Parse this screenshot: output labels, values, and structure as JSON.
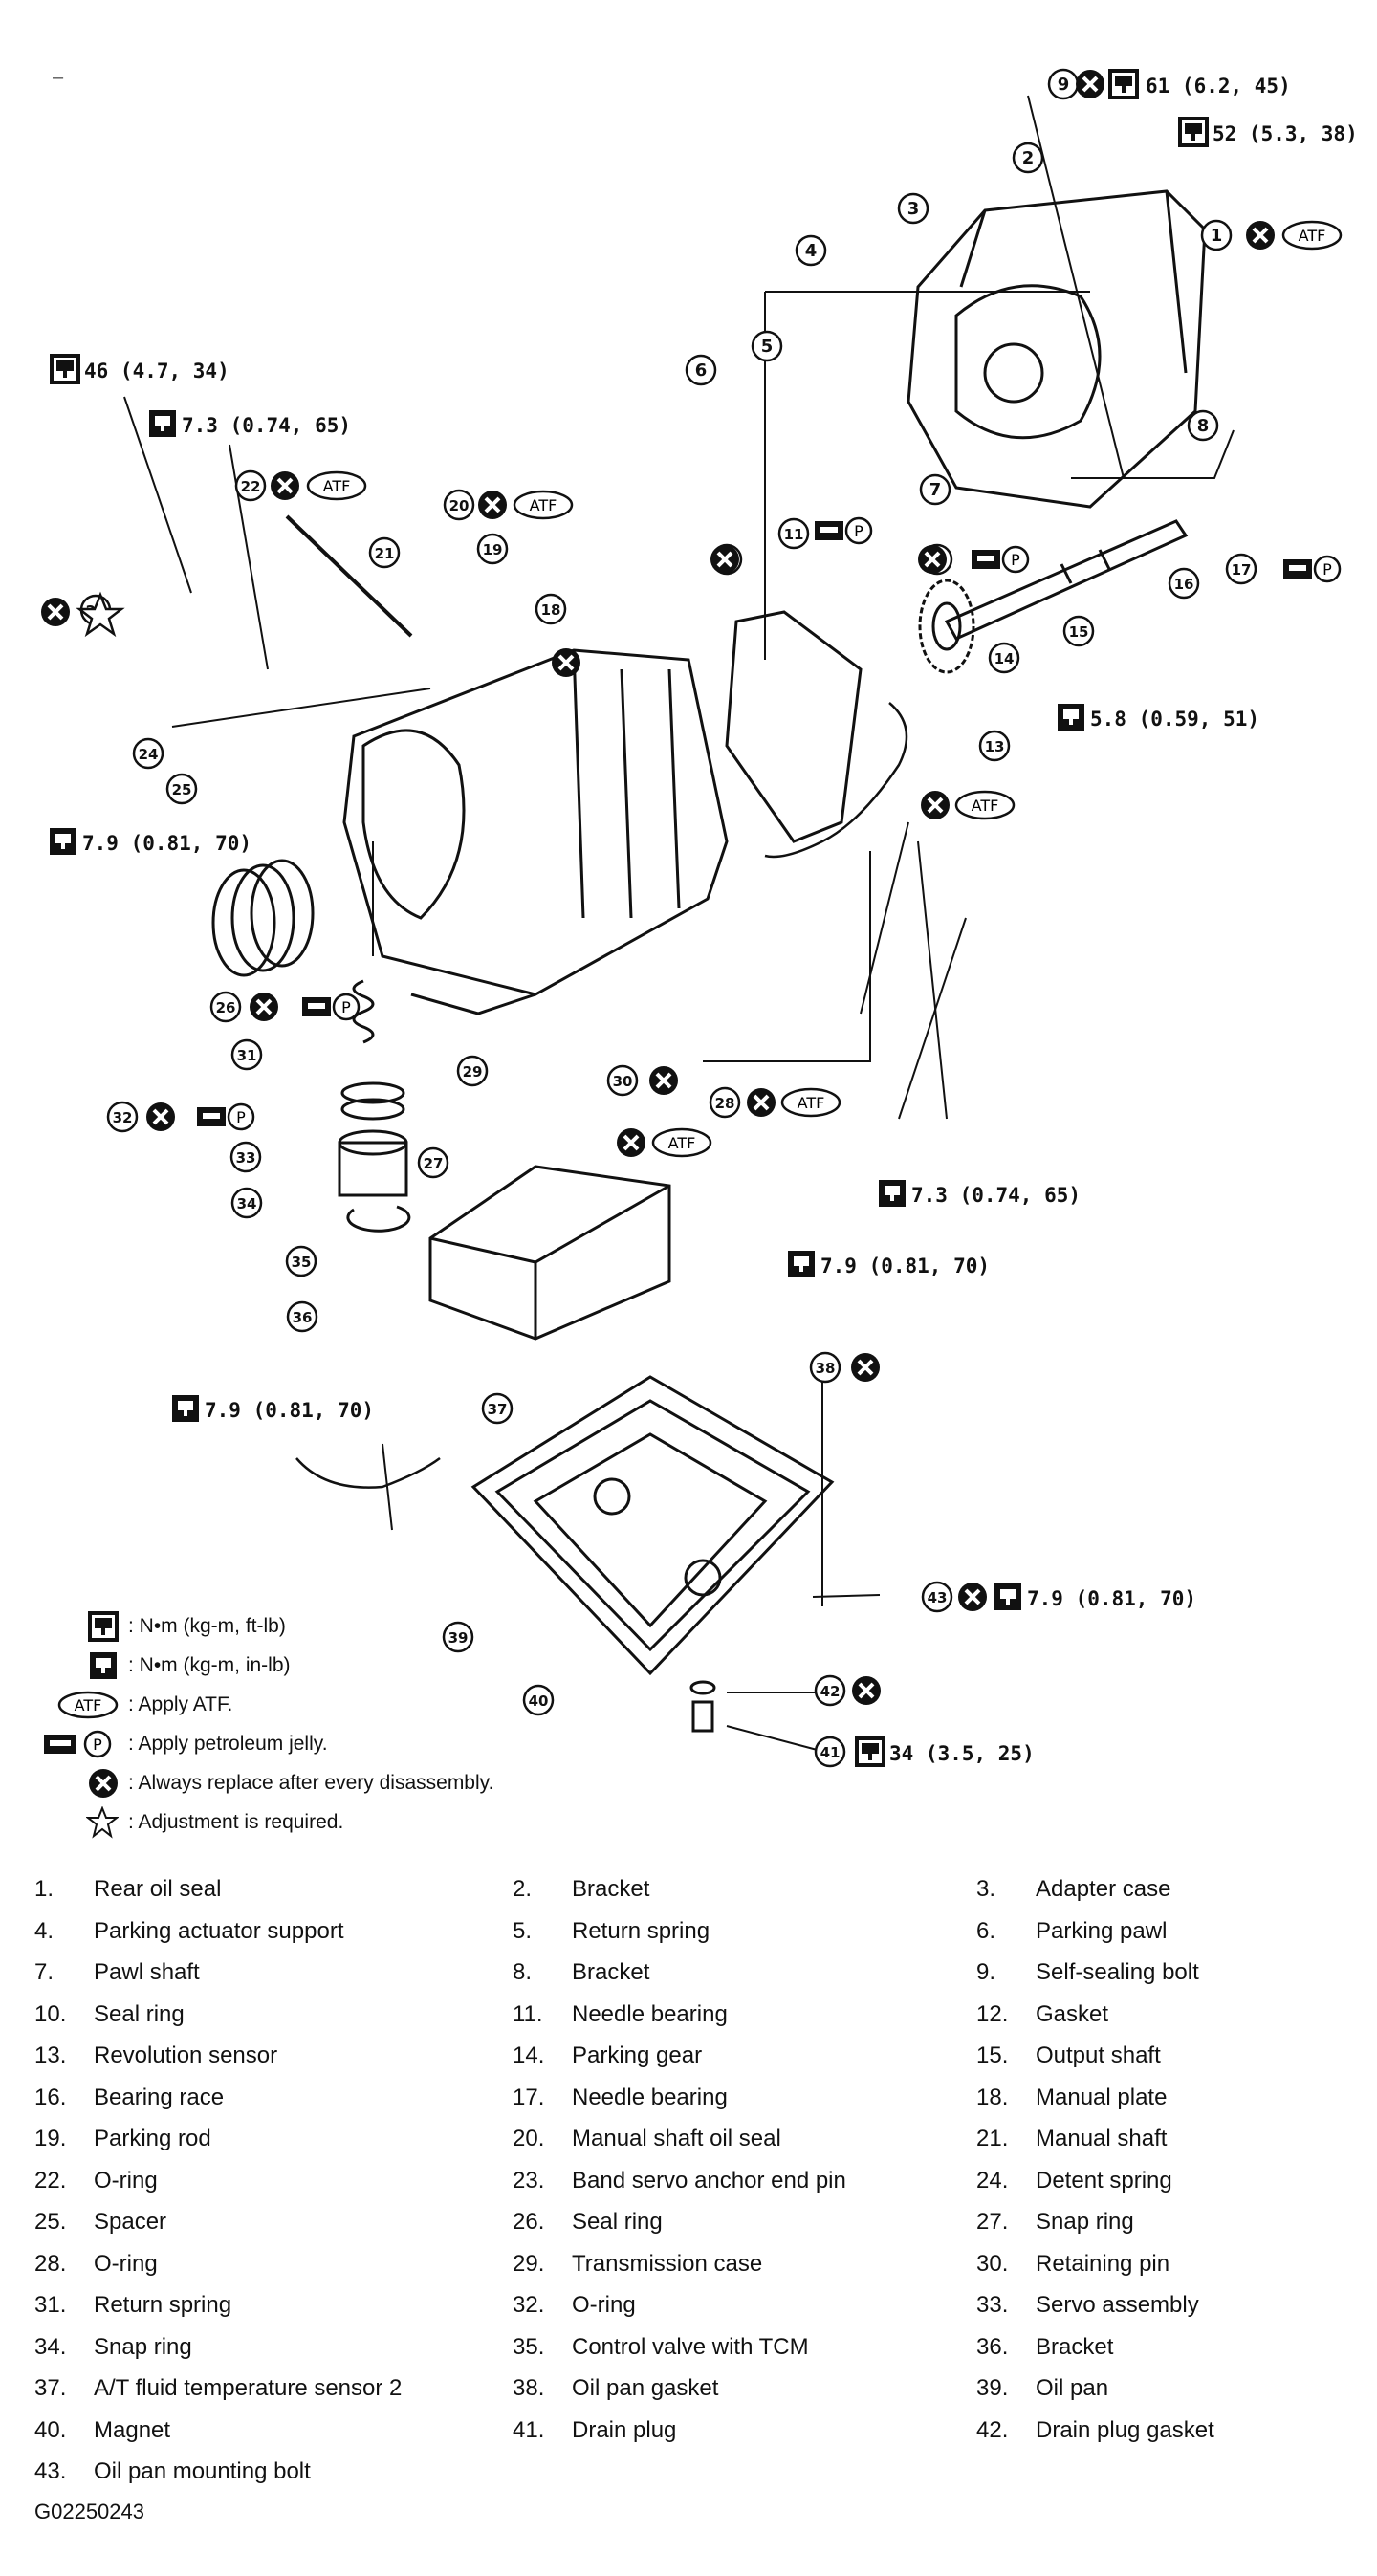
{
  "torque_labels": {
    "t9_61": "61  (6.2,  45)",
    "t52": "52  (5.3,  38)",
    "t46": "46  (4.7,  34)",
    "t7_3a": "7.3  (0.74,  65)",
    "t5_8": "5.8  (0.59,  51)",
    "t7_9a": "7.9  (0.81,  70)",
    "t7_3b": "7.3  (0.74,  65)",
    "t7_9b": "7.9  (0.81,  70)",
    "t7_9c": "7.9  (0.81,  70)",
    "t7_9d": "7.9  (0.81,  70)",
    "t34": "34  (3.5,  25)"
  },
  "symbols": {
    "atf": "ATF",
    "petroleum": "P"
  },
  "legend": [
    {
      "symbol": "torque-nm-ftlb-icon",
      "text": ": N•m  (kg-m,  ft-lb)"
    },
    {
      "symbol": "torque-nm-inlb-icon",
      "text": ": N•m  (kg-m,  in-lb)"
    },
    {
      "symbol": "atf-icon",
      "text": ": Apply ATF."
    },
    {
      "symbol": "petroleum-jelly-icon",
      "text": ": Apply petroleum jelly."
    },
    {
      "symbol": "replace-icon",
      "text": ": Always replace after every disassembly."
    },
    {
      "symbol": "adjust-star-icon",
      "text": ": Adjustment is required."
    }
  ],
  "parts": [
    {
      "n": "1.",
      "name": "Rear oil seal"
    },
    {
      "n": "2.",
      "name": "Bracket"
    },
    {
      "n": "3.",
      "name": "Adapter case"
    },
    {
      "n": "4.",
      "name": "Parking actuator support"
    },
    {
      "n": "5.",
      "name": "Return spring"
    },
    {
      "n": "6.",
      "name": "Parking pawl"
    },
    {
      "n": "7.",
      "name": "Pawl shaft"
    },
    {
      "n": "8.",
      "name": "Bracket"
    },
    {
      "n": "9.",
      "name": "Self-sealing bolt"
    },
    {
      "n": "10.",
      "name": "Seal ring"
    },
    {
      "n": "11.",
      "name": "Needle bearing"
    },
    {
      "n": "12.",
      "name": "Gasket"
    },
    {
      "n": "13.",
      "name": "Revolution sensor"
    },
    {
      "n": "14.",
      "name": "Parking gear"
    },
    {
      "n": "15.",
      "name": "Output shaft"
    },
    {
      "n": "16.",
      "name": "Bearing race"
    },
    {
      "n": "17.",
      "name": "Needle bearing"
    },
    {
      "n": "18.",
      "name": "Manual plate"
    },
    {
      "n": "19.",
      "name": "Parking rod"
    },
    {
      "n": "20.",
      "name": "Manual shaft oil seal"
    },
    {
      "n": "21.",
      "name": "Manual shaft"
    },
    {
      "n": "22.",
      "name": "O-ring"
    },
    {
      "n": "23.",
      "name": "Band servo anchor end pin"
    },
    {
      "n": "24.",
      "name": "Detent spring"
    },
    {
      "n": "25.",
      "name": "Spacer"
    },
    {
      "n": "26.",
      "name": "Seal ring"
    },
    {
      "n": "27.",
      "name": "Snap ring"
    },
    {
      "n": "28.",
      "name": "O-ring"
    },
    {
      "n": "29.",
      "name": "Transmission case"
    },
    {
      "n": "30.",
      "name": "Retaining pin"
    },
    {
      "n": "31.",
      "name": "Return spring"
    },
    {
      "n": "32.",
      "name": "O-ring"
    },
    {
      "n": "33.",
      "name": "Servo assembly"
    },
    {
      "n": "34.",
      "name": "Snap ring"
    },
    {
      "n": "35.",
      "name": "Control valve with TCM"
    },
    {
      "n": "36.",
      "name": "Bracket"
    },
    {
      "n": "37.",
      "name": "A/T fluid temperature sensor 2"
    },
    {
      "n": "38.",
      "name": "Oil pan gasket"
    },
    {
      "n": "39.",
      "name": "Oil pan"
    },
    {
      "n": "40.",
      "name": "Magnet"
    },
    {
      "n": "41.",
      "name": "Drain plug"
    },
    {
      "n": "42.",
      "name": "Drain plug gasket"
    },
    {
      "n": "43.",
      "name": "Oil pan mounting bolt"
    }
  ],
  "callouts": [
    "1",
    "2",
    "3",
    "4",
    "5",
    "6",
    "7",
    "8",
    "9",
    "10",
    "11",
    "12",
    "13",
    "14",
    "15",
    "16",
    "17",
    "18",
    "19",
    "20",
    "21",
    "22",
    "23",
    "24",
    "25",
    "26",
    "27",
    "28",
    "29",
    "30",
    "31",
    "32",
    "33",
    "34",
    "35",
    "36",
    "37",
    "38",
    "39",
    "40",
    "41",
    "42",
    "43"
  ],
  "figure_code": "G02250243",
  "corner_mark": "–"
}
